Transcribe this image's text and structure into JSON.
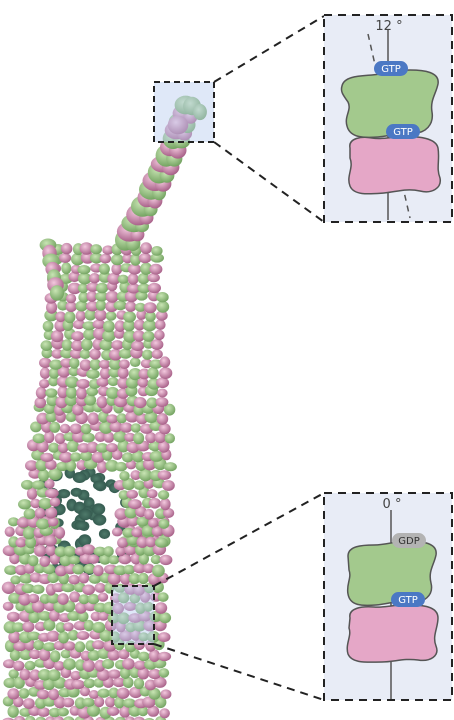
{
  "colors": {
    "alpha_tubulin": "#e8a6c8",
    "beta_tubulin": "#9cc987",
    "green_fill": "#a3c98d",
    "pink_fill": "#e5a7c7",
    "gtp_badge": "#4b78c4",
    "gdp_badge": "#b3b3b3",
    "inset_background": "#e8ecf6",
    "callout_lines": "#222222"
  },
  "insets": [
    {
      "id": "curved-tip",
      "angle_label": "12 °",
      "top_nucleotide": "GTP",
      "interface_nucleotide": "GTP",
      "top_nucleotide_state": "gtp"
    },
    {
      "id": "straight-lattice",
      "angle_label": "0 °",
      "top_nucleotide": "GDP",
      "interface_nucleotide": "GTP",
      "top_nucleotide_state": "gdp"
    }
  ]
}
